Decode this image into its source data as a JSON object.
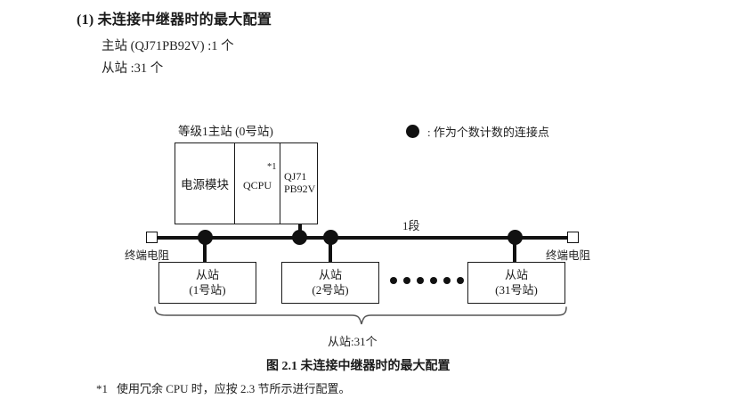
{
  "heading": {
    "number": "(1)",
    "title": "未连接中继器时的最大配置",
    "spec_master": "主站 (QJ71PB92V) :1 个",
    "spec_slave": "从站 :31 个"
  },
  "legend": {
    "marker": "filled-circle",
    "text": ": 作为个数计数的连接点"
  },
  "diagram": {
    "master": {
      "title": "等级1主站 (0号站)",
      "cells": [
        {
          "label": "电源模块",
          "name": "power-module"
        },
        {
          "label": "QCPU",
          "superscript": "*1",
          "name": "qcpu"
        },
        {
          "label_line1": "QJ71",
          "label_line2": "PB92V",
          "name": "qj71pb92v"
        }
      ]
    },
    "bus": {
      "segment_label": "1段",
      "terminator_left": "终端电阻",
      "terminator_right": "终端电阻",
      "connection_dots": 4
    },
    "slaves": [
      {
        "line1": "从站",
        "line2": "(1号站)"
      },
      {
        "line1": "从站",
        "line2": "(2号站)"
      },
      {
        "line1": "从站",
        "line2": "(31号站)"
      }
    ],
    "ellipsis_count": 6,
    "brace_label": "从站:31个"
  },
  "caption": "图 2.1  未连接中继器时的最大配置",
  "footnote": {
    "mark": "*1",
    "text": "使用冗余 CPU 时，应按 2.3 节所示进行配置。"
  }
}
